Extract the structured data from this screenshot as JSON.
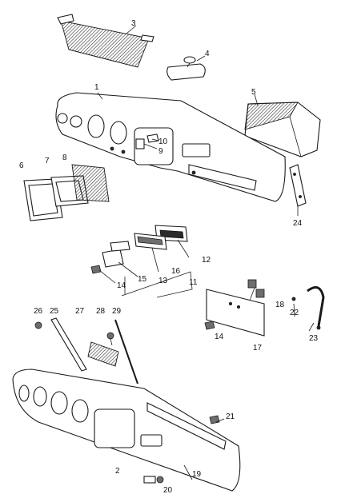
{
  "diagram": {
    "part_numbers": [
      "1",
      "2",
      "3",
      "4",
      "5",
      "6",
      "7",
      "8",
      "9",
      "10",
      "11",
      "12",
      "13",
      "14",
      "14",
      "15",
      "16",
      "17",
      "18",
      "19",
      "20",
      "21",
      "22",
      "23",
      "24",
      "25",
      "26",
      "27",
      "28",
      "29"
    ]
  }
}
